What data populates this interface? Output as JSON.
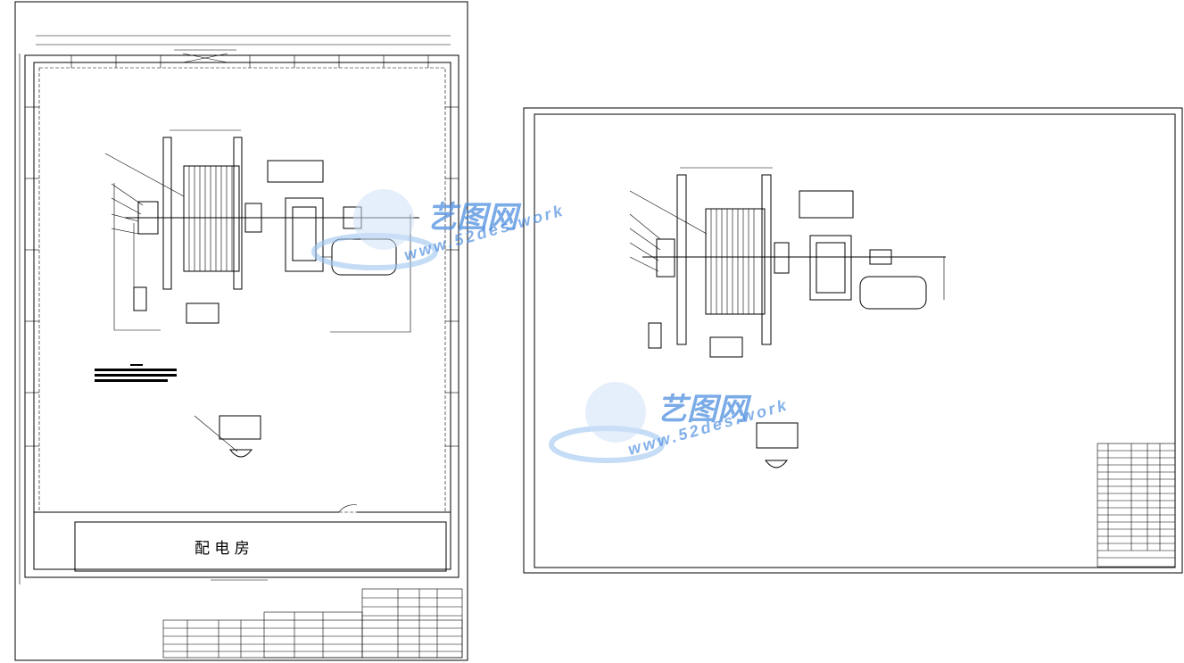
{
  "sheet_left": {
    "room_label": "配 电 房"
  },
  "watermark": {
    "brand": "艺图网",
    "url": "www.52des.work",
    "color": "#4f8fe0"
  }
}
